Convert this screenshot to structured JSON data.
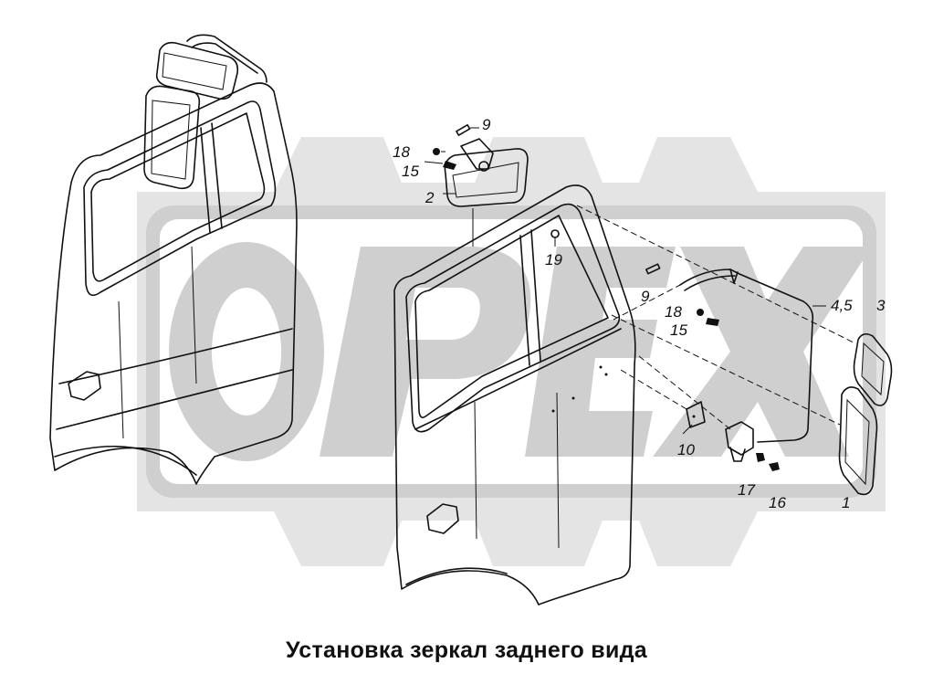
{
  "caption": "Установка зеркал заднего вида",
  "watermark": {
    "text": "OPEX",
    "color": "#cfcfcf"
  },
  "callouts": {
    "c9a": "9",
    "c18a": "18",
    "c15a": "15",
    "c2": "2",
    "c19": "19",
    "c9b": "9",
    "c18b": "18",
    "c15b": "15",
    "c45": "4,5",
    "c3": "3",
    "c10": "10",
    "c17": "17",
    "c16": "16",
    "c1": "1"
  }
}
